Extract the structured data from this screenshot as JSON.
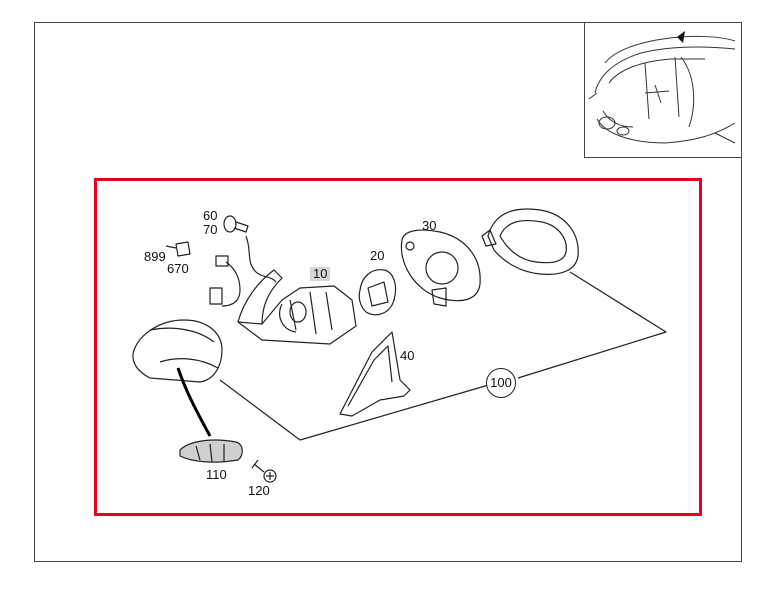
{
  "colors": {
    "highlight": "#e8001c",
    "line": "#222222",
    "label_bg": "#d6d6d6"
  },
  "icons": {
    "overview": "car-top-view-icon"
  },
  "parts": {
    "p10": "10",
    "p20": "20",
    "p30": "30",
    "p40": "40",
    "p60": "60",
    "p70": "70",
    "p110": "110",
    "p120": "120",
    "p670": "670",
    "p899": "899",
    "assembly": "100"
  }
}
